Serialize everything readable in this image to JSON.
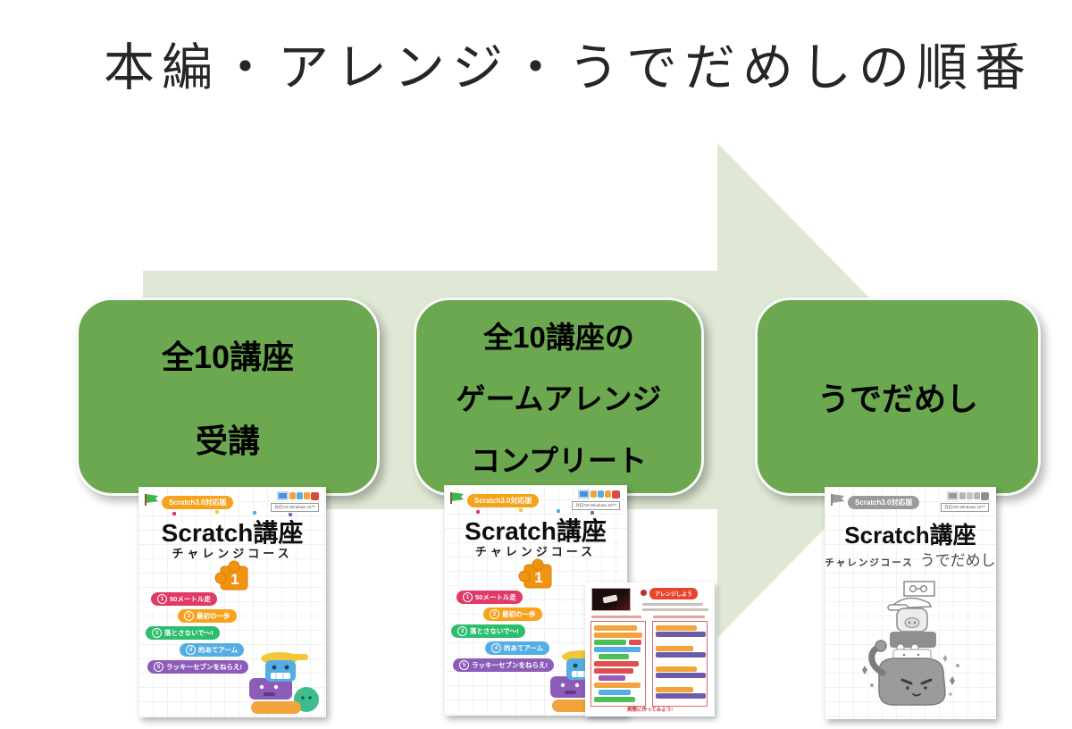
{
  "slide": {
    "title": "本編・アレンジ・うでだめしの順番"
  },
  "colors": {
    "step_box_green": "#6BA84F",
    "arrow_light_green": "#DFE8D5",
    "badge_orange": "#F5A31C",
    "puzzle_orange": "#F0930F",
    "pill_red": "#E23A68",
    "pill_orange": "#F6A21D",
    "pill_green": "#2DBD6E",
    "pill_blue": "#54AEE3",
    "pill_purple": "#8D5CB9",
    "arrange_label_red": "#E8452C"
  },
  "steps": [
    {
      "lines": [
        "全10講座",
        "受講"
      ]
    },
    {
      "lines": [
        "全10講座の",
        "ゲームアレンジ",
        "コンプリート"
      ]
    },
    {
      "lines": [
        "うでだめし"
      ]
    }
  ],
  "course_cover": {
    "flag_badge": "Scratch3.0対応版",
    "os_label": "対応OS Windows 10™",
    "title": "Scratch講座",
    "subtitle": "チャレンジコース",
    "volume_number": "1",
    "games": [
      {
        "num": "1",
        "label": "50メートル走"
      },
      {
        "num": "2",
        "label": "最初の一歩"
      },
      {
        "num": "3",
        "label": "落とさないで〜!"
      },
      {
        "num": "4",
        "label": "的あてアーム"
      },
      {
        "num": "5",
        "label": "ラッキーセブンをねらえ!"
      }
    ]
  },
  "arrange_page": {
    "label": "アレンジしよう",
    "footer": "実際に作ってみよう!"
  },
  "ude_cover": {
    "flag_badge": "Scratch3.0対応版",
    "os_label": "対応OS Windows 10™",
    "title": "Scratch講座",
    "subtitle": "チャレンジコース",
    "subtitle2": "うでだめし"
  }
}
